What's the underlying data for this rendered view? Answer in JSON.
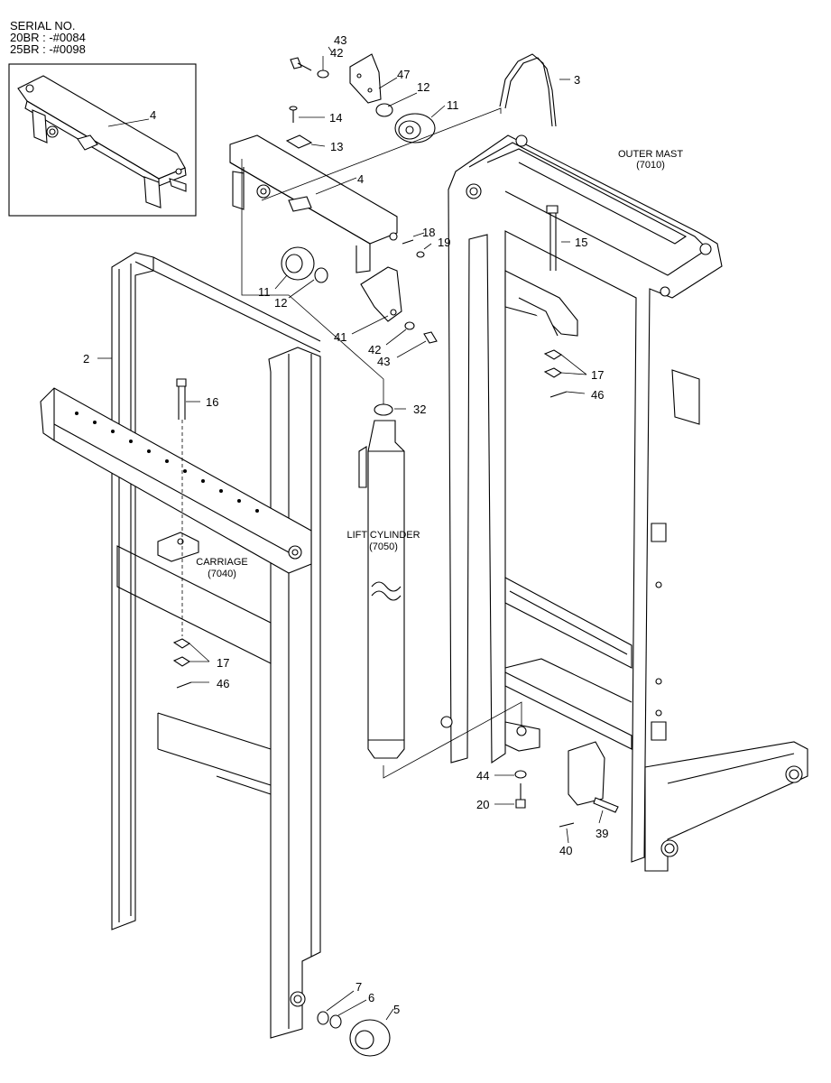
{
  "serial": {
    "heading": "SERIAL NO.",
    "line1": "20BR : -#0084",
    "line2": "25BR : -#0098"
  },
  "assemblies": {
    "outer_mast_name": "OUTER MAST",
    "outer_mast_code": "(7010)",
    "lift_cylinder_name": "LIFT CYLINDER",
    "lift_cylinder_code": "(7050)",
    "carriage_name": "CARRIAGE",
    "carriage_code": "(7040)"
  },
  "callouts": {
    "c43a": "43",
    "c42a": "42",
    "c47": "47",
    "c12a": "12",
    "c11a": "11",
    "c14": "14",
    "c13": "13",
    "c4a": "4",
    "c4b": "4",
    "c3": "3",
    "c18": "18",
    "c19": "19",
    "c15": "15",
    "c11b": "11",
    "c12b": "12",
    "c41": "41",
    "c42b": "42",
    "c43b": "43",
    "c17a": "17",
    "c46a": "46",
    "c2": "2",
    "c16": "16",
    "c32": "32",
    "c17b": "17",
    "c46b": "46",
    "c44": "44",
    "c20": "20",
    "c39": "39",
    "c40": "40",
    "c7": "7",
    "c6": "6",
    "c5": "5"
  }
}
